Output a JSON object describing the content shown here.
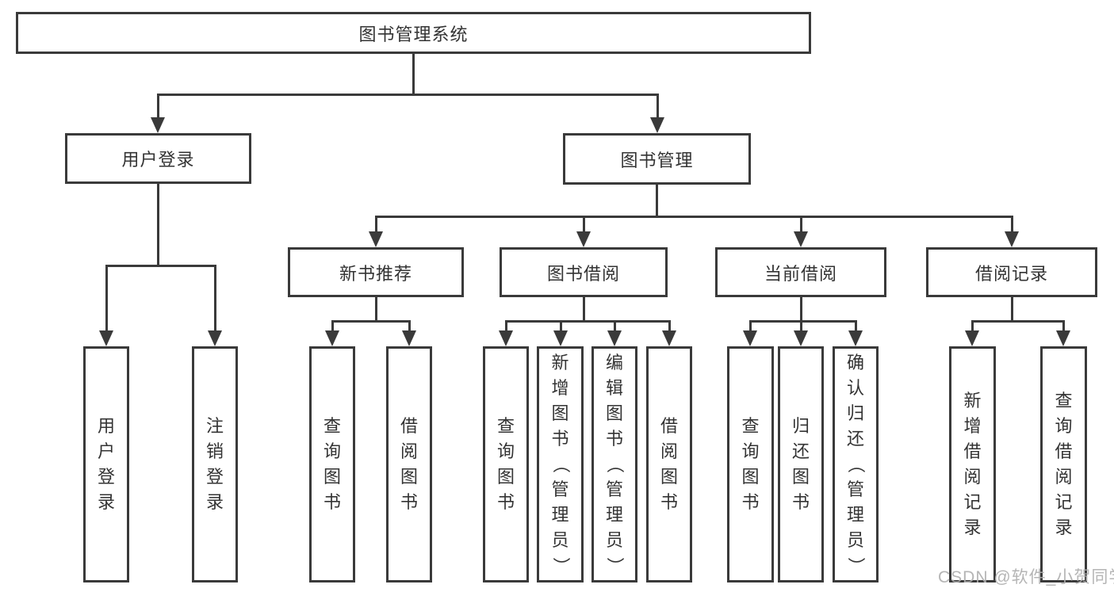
{
  "diagram_title": "图书管理系统",
  "nodes": {
    "root": "图书管理系统",
    "user_login": "用户登录",
    "book_mgmt": "图书管理",
    "new_book_rec": "新书推荐",
    "book_borrow": "图书借阅",
    "current_borrow": "当前借阅",
    "borrow_records": "借阅记录",
    "leaf_user_login": "用户登录",
    "leaf_logout": "注销登录",
    "leaf_rec_query_book": "查询图书",
    "leaf_rec_borrow_book": "借阅图书",
    "leaf_bb_query_book": "查询图书",
    "leaf_bb_add_book": "新增图书（管理员）",
    "leaf_bb_edit_book": "编辑图书（管理员）",
    "leaf_bb_borrow_book": "借阅图书",
    "leaf_cb_query_book": "查询图书",
    "leaf_cb_return_book": "归还图书",
    "leaf_cb_confirm_return": "确认归还（管理员）",
    "leaf_br_add_record": "新增借阅记录",
    "leaf_br_query_record": "查询借阅记录"
  },
  "hierarchy": {
    "图书管理系统": {
      "用户登录": [
        "用户登录",
        "注销登录"
      ],
      "图书管理": {
        "新书推荐": [
          "查询图书",
          "借阅图书"
        ],
        "图书借阅": [
          "查询图书",
          "新增图书（管理员）",
          "编辑图书（管理员）",
          "借阅图书"
        ],
        "当前借阅": [
          "查询图书",
          "归还图书",
          "确认归还（管理员）"
        ],
        "借阅记录": [
          "新增借阅记录",
          "查询借阅记录"
        ]
      }
    }
  },
  "watermark": "CSDN @软件_小贺同学",
  "colors": {
    "line": "#3a3a3a",
    "text": "#333333",
    "box_fill": "#ffffff",
    "watermark": "#afafaf",
    "background": "#ffffff"
  }
}
